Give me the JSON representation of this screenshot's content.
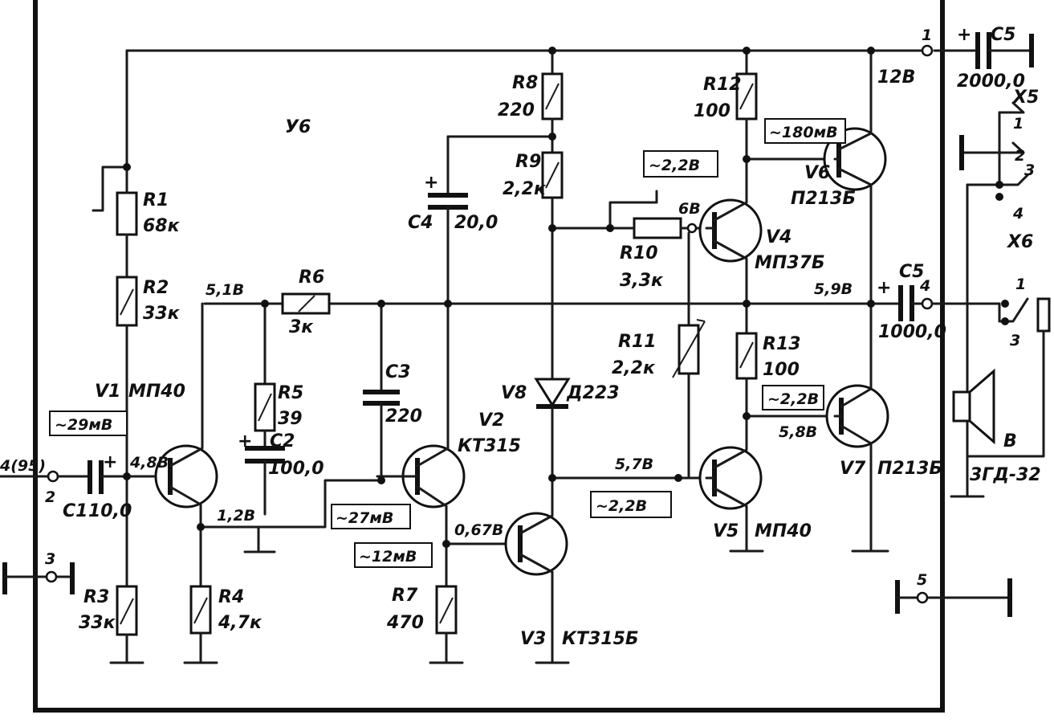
{
  "block": {
    "name": "У6"
  },
  "supply": {
    "voltage": "12В"
  },
  "resistors": [
    {
      "ref": "R1",
      "value": "68к"
    },
    {
      "ref": "R2",
      "value": "33к"
    },
    {
      "ref": "R3",
      "value": "33к"
    },
    {
      "ref": "R4",
      "value": "4,7к"
    },
    {
      "ref": "R5",
      "value": "39"
    },
    {
      "ref": "R6",
      "value": "3к"
    },
    {
      "ref": "R7",
      "value": "470"
    },
    {
      "ref": "R8",
      "value": "220"
    },
    {
      "ref": "R9",
      "value": "2,2к"
    },
    {
      "ref": "R10",
      "value": "3,3к"
    },
    {
      "ref": "R11",
      "value": "2,2к"
    },
    {
      "ref": "R12",
      "value": "100"
    },
    {
      "ref": "R13",
      "value": "100"
    }
  ],
  "capacitors": [
    {
      "ref": "C1",
      "value": "10,0"
    },
    {
      "ref": "C2",
      "value": "100,0"
    },
    {
      "ref": "C3",
      "value": "220"
    },
    {
      "ref": "C4",
      "value": "20,0"
    },
    {
      "ref": "C5",
      "value": "1000,0"
    },
    {
      "ref": "C5",
      "value": "2000,0"
    }
  ],
  "transistors": [
    {
      "ref": "V1",
      "type": "МП40"
    },
    {
      "ref": "V2",
      "type": "КТ315"
    },
    {
      "ref": "V3",
      "type": "КТ315Б"
    },
    {
      "ref": "V4",
      "type": "МП37Б"
    },
    {
      "ref": "V5",
      "type": "МП40"
    },
    {
      "ref": "V6",
      "type": "П213Б"
    },
    {
      "ref": "V7",
      "type": "П213Б"
    }
  ],
  "diode": {
    "ref": "V8",
    "type": "Д223"
  },
  "speaker": {
    "ref": "B",
    "type": "3ГД-32"
  },
  "connectors": {
    "x5": "Х5",
    "x6": "Х6"
  },
  "voltages": {
    "v1_collector": "5,1В",
    "v1_base": "4,8В",
    "v1_emitter": "1,2В",
    "v3_base": "0,67В",
    "v5_base": "5,7В",
    "v4_base": "6В",
    "output": "5,9В",
    "v7_base": "5,8В"
  },
  "measurements": {
    "v1_input": "~29мВ",
    "v2_base": "~27мВ",
    "v3_base": "~12мВ",
    "v5_base": "~2,2В",
    "v4_base": "~2,2В",
    "v6_base": "~180мВ",
    "v7_base": "~2,2В"
  },
  "pins": {
    "in_left": "4(95)",
    "p1": "1",
    "p2": "2",
    "p3": "3",
    "p4": "4",
    "p5": "5",
    "x5_1": "1",
    "x5_2": "2",
    "x5_3": "3",
    "x5_4": "4",
    "x6_1": "1",
    "x6_3": "3"
  },
  "polarity": {
    "plus": "+"
  },
  "colors": {
    "ink": "#111111",
    "paper": "#ffffff"
  }
}
